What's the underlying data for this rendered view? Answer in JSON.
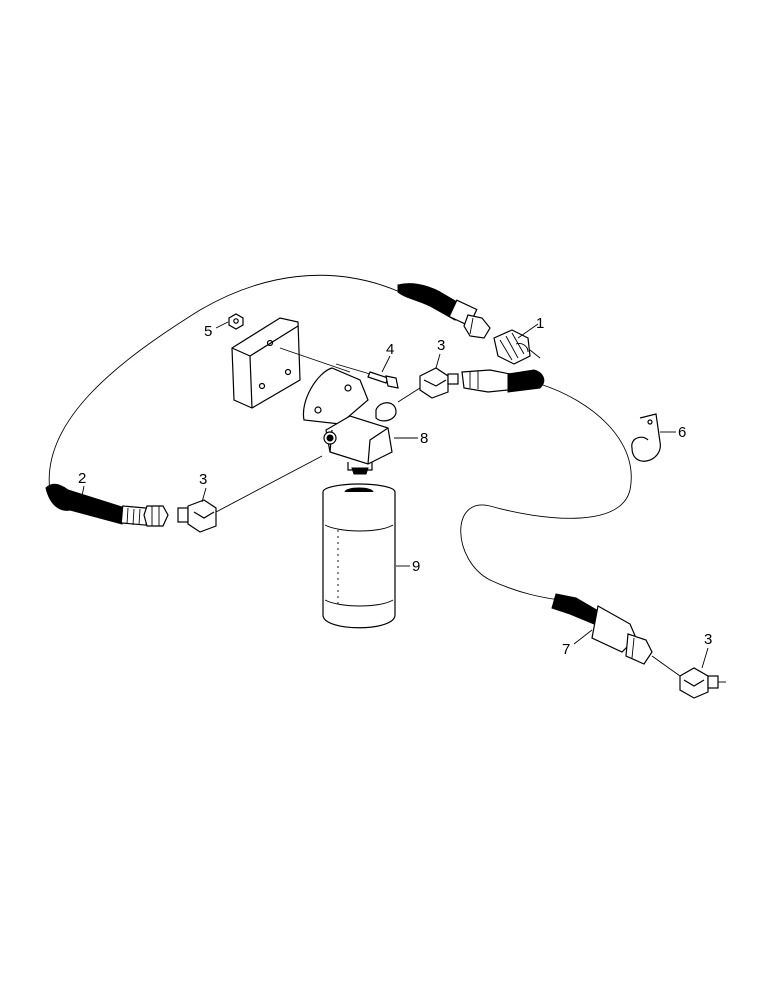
{
  "diagram": {
    "type": "exploded parts diagram",
    "parts": [
      {
        "id": "part-1",
        "label": "1",
        "icon": "elbow-adapter-icon"
      },
      {
        "id": "part-2",
        "label": "2",
        "icon": "hose-icon"
      },
      {
        "id": "part-3a",
        "label": "3",
        "icon": "elbow-fitting-icon"
      },
      {
        "id": "part-3b",
        "label": "3",
        "icon": "elbow-fitting-icon"
      },
      {
        "id": "part-3c",
        "label": "3",
        "icon": "elbow-fitting-icon"
      },
      {
        "id": "part-4",
        "label": "4",
        "icon": "bolt-icon"
      },
      {
        "id": "part-5",
        "label": "5",
        "icon": "nut-icon"
      },
      {
        "id": "part-6",
        "label": "6",
        "icon": "clip-icon"
      },
      {
        "id": "part-7",
        "label": "7",
        "icon": "hose-icon"
      },
      {
        "id": "part-8",
        "label": "8",
        "icon": "filter-head-icon"
      },
      {
        "id": "part-9",
        "label": "9",
        "icon": "filter-canister-icon"
      }
    ]
  }
}
